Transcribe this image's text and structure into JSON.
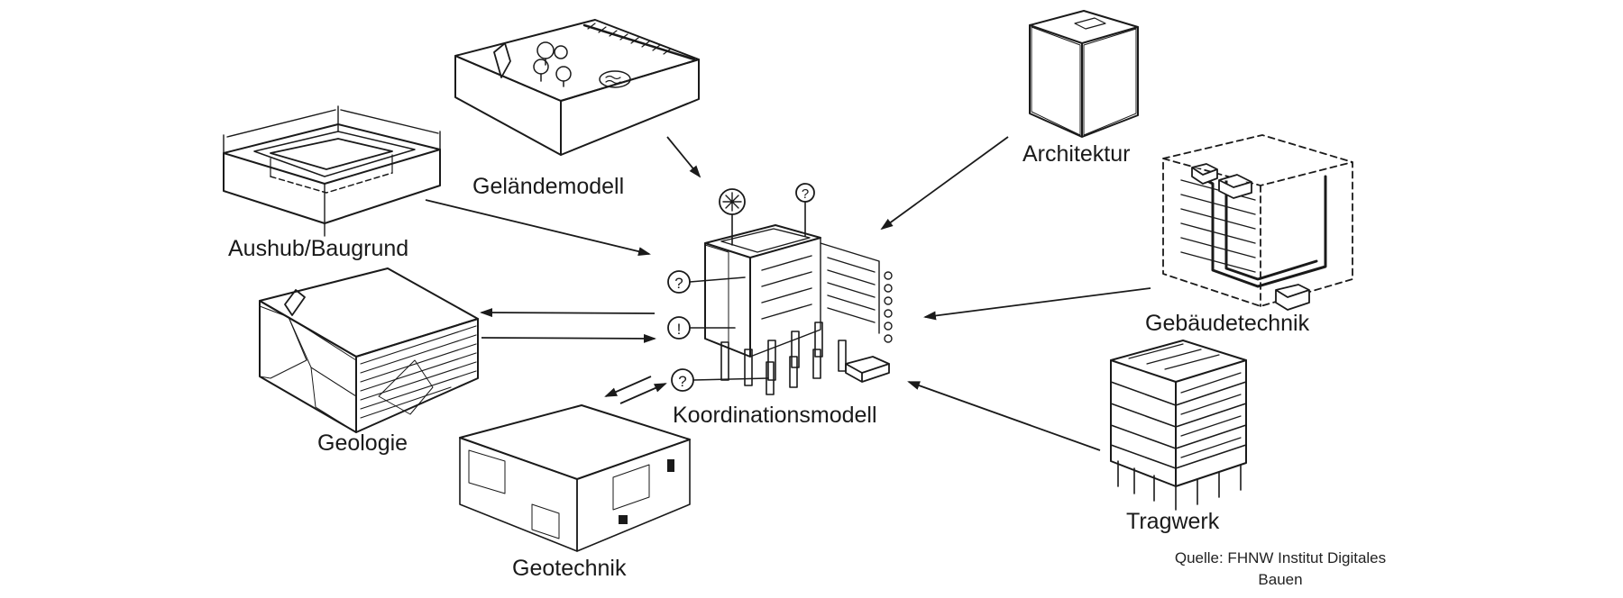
{
  "nodes": {
    "gelaendemodell": "Geländemodell",
    "aushub": "Aushub/Baugrund",
    "geologie": "Geologie",
    "geotechnik": "Geotechnik",
    "koordination": "Koordinationsmodell",
    "architektur": "Architektur",
    "gebaeudetechnik": "Gebäudetechnik",
    "tragwerk": "Tragwerk"
  },
  "source": {
    "line1": "Quelle:  FHNW Institut  Digitales",
    "line2": "Bauen"
  },
  "connections": [
    {
      "from": "Geländemodell",
      "to": "Koordinationsmodell",
      "direction": "to-center"
    },
    {
      "from": "Aushub/Baugrund",
      "to": "Koordinationsmodell",
      "direction": "to-center"
    },
    {
      "from": "Geologie",
      "to": "Koordinationsmodell",
      "direction": "bidirectional"
    },
    {
      "from": "Geotechnik",
      "to": "Koordinationsmodell",
      "direction": "bidirectional"
    },
    {
      "from": "Architektur",
      "to": "Koordinationsmodell",
      "direction": "to-center"
    },
    {
      "from": "Gebäudetechnik",
      "to": "Koordinationsmodell",
      "direction": "to-center"
    },
    {
      "from": "Tragwerk",
      "to": "Koordinationsmodell",
      "direction": "to-center"
    }
  ],
  "colors": {
    "ink": "#1a1a1a",
    "background": "#ffffff"
  }
}
